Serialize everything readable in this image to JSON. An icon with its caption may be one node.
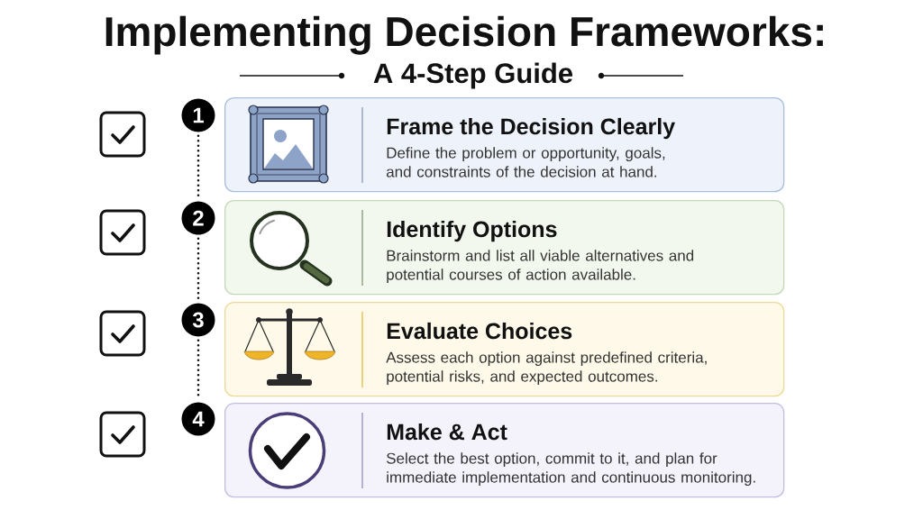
{
  "diagram": {
    "title": "Implementing Decision Frameworks:",
    "nodes": [
      {
        "text": [
          "1"
        ]
      },
      {
        "text": [
          "Frame the Decision Clearly",
          "Define the problem or opportunity, goals, and constraints of the decision at hand."
        ]
      },
      {
        "text": [
          "2"
        ]
      },
      {
        "text": [
          "Identify Options",
          "Brainstorm and list all viable alternatives and potential courses of action available."
        ]
      },
      {
        "text": [
          "3"
        ]
      },
      {
        "text": [
          "Evaluate Choices",
          "Assess each option against predefined criteria, potential risks, and expected outcomes."
        ]
      },
      {
        "text": [
          "4"
        ]
      },
      {
        "text": [
          "Make & Act",
          "Select the best option, commit to it, and plan for immediate implementation and continuous monitoring."
        ]
      }
    ],
    "edges": [
      {
        "from": 0,
        "to": 2,
        "arrow": "none",
        "style": "dashed"
      },
      {
        "from": 2,
        "to": 4,
        "arrow": "none",
        "style": "dashed"
      },
      {
        "from": 4,
        "to": 6,
        "arrow": "none",
        "style": "dashed"
      }
    ],
    "labels": [
      "A 4-Step Guide"
    ]
  }
}
